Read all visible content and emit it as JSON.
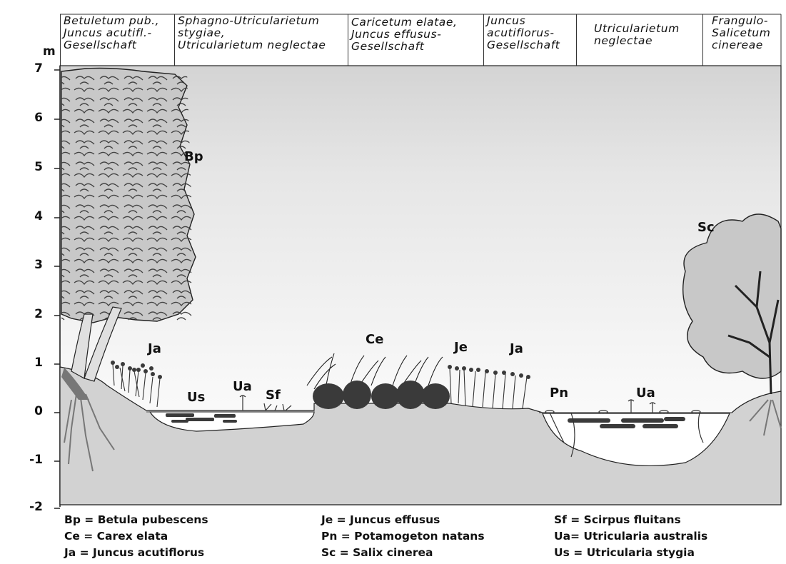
{
  "header": {
    "cells": [
      {
        "lines": [
          "Betuletum pub.,",
          "Juncus acutifl.-",
          "Gesellschaft"
        ]
      },
      {
        "lines": [
          "Sphagno-Utricularietum",
          "stygiae,",
          "Utricularietum neglectae"
        ]
      },
      {
        "lines": [
          "Caricetum elatae,",
          "Juncus effusus-",
          "Gesellschaft"
        ]
      },
      {
        "lines": [
          "Juncus",
          "acutiflorus-",
          "Gesellschaft"
        ]
      },
      {
        "lines": [
          "Utricularietum",
          "neglectae"
        ]
      },
      {
        "lines": [
          "Frangulo-",
          "Salicetum",
          "cinereae"
        ]
      }
    ]
  },
  "axis": {
    "unit": "m",
    "ticks": [
      "7",
      "6",
      "5",
      "4",
      "3",
      "2",
      "1",
      "0",
      "-1",
      "-2"
    ]
  },
  "species_labels": [
    "Bp",
    "Ja",
    "Us",
    "Ua",
    "Sf",
    "Ce",
    "Je",
    "Ja",
    "Pn",
    "Ua",
    "Sc"
  ],
  "legend": [
    "Bp = Betula pubescens",
    "Ce = Carex elata",
    "Ja = Juncus acutiflorus",
    "Je = Juncus effusus",
    "Pn = Potamogeton natans",
    "Sc = Salix cinerea",
    "Sf = Scirpus fluitans",
    "Ua= Utricularia australis",
    "Us = Utricularia stygia"
  ],
  "colors": {
    "ground": "#d2d2d2",
    "water": "#ffffff",
    "tree_fill": "#c8c8c8",
    "dark_plant": "#3a3a3a",
    "outline": "#222222"
  }
}
